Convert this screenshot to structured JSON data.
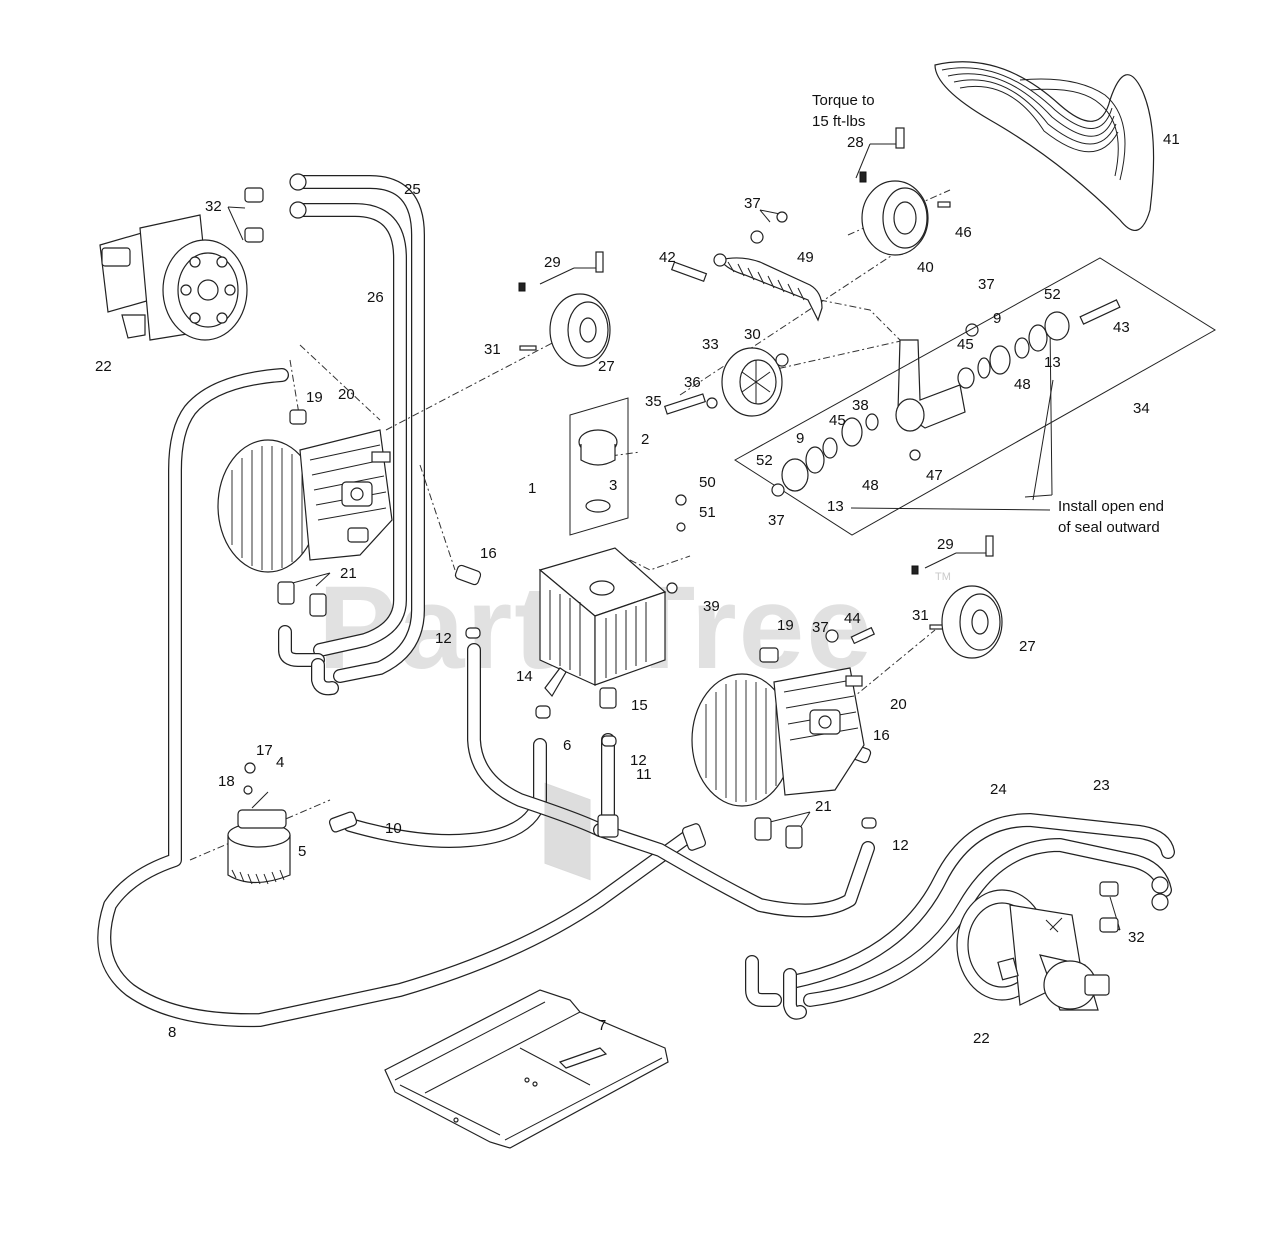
{
  "watermark": {
    "text": "PartsTree",
    "tm": "TM"
  },
  "notes": {
    "torque_line1": "Torque to",
    "torque_line2": "15 ft-lbs",
    "seal_line1": "Install open end",
    "seal_line2": "of seal outward"
  },
  "callouts": {
    "c41": "41",
    "c28": "28",
    "c40": "40",
    "c46": "46",
    "c37a": "37",
    "c49": "49",
    "c42": "42",
    "c25": "25",
    "c32a": "32",
    "c26": "26",
    "c22a": "22",
    "c29a": "29",
    "c27a": "27",
    "c31a": "31",
    "c19a": "19",
    "c20a": "20",
    "c33": "33",
    "c30": "30",
    "c36": "36",
    "c35": "35",
    "c2": "2",
    "c1": "1",
    "c3": "3",
    "c37b": "37",
    "c52a": "52",
    "c43": "43",
    "c9a": "9",
    "c45a": "45",
    "c13a": "13",
    "c48a": "48",
    "c34": "34",
    "c38": "38",
    "c45b": "45",
    "c9b": "9",
    "c52b": "52",
    "c47": "47",
    "c48b": "48",
    "c13b": "13",
    "c37c": "37",
    "c50": "50",
    "c51": "51",
    "c16a": "16",
    "c21a": "21",
    "c29b": "29",
    "c12a": "12",
    "c39": "39",
    "c19b": "19",
    "c37d": "37",
    "c44": "44",
    "c31b": "31",
    "c27b": "27",
    "c14": "14",
    "c15": "15",
    "c20b": "20",
    "c6": "6",
    "c12b": "12",
    "c17": "17",
    "c18": "18",
    "c4": "4",
    "c16b": "16",
    "c10": "10",
    "c11": "11",
    "c21b": "21",
    "c24": "24",
    "c23": "23",
    "c5": "5",
    "c12c": "12",
    "c32b": "32",
    "c8": "8",
    "c22b": "22",
    "c7": "7"
  }
}
